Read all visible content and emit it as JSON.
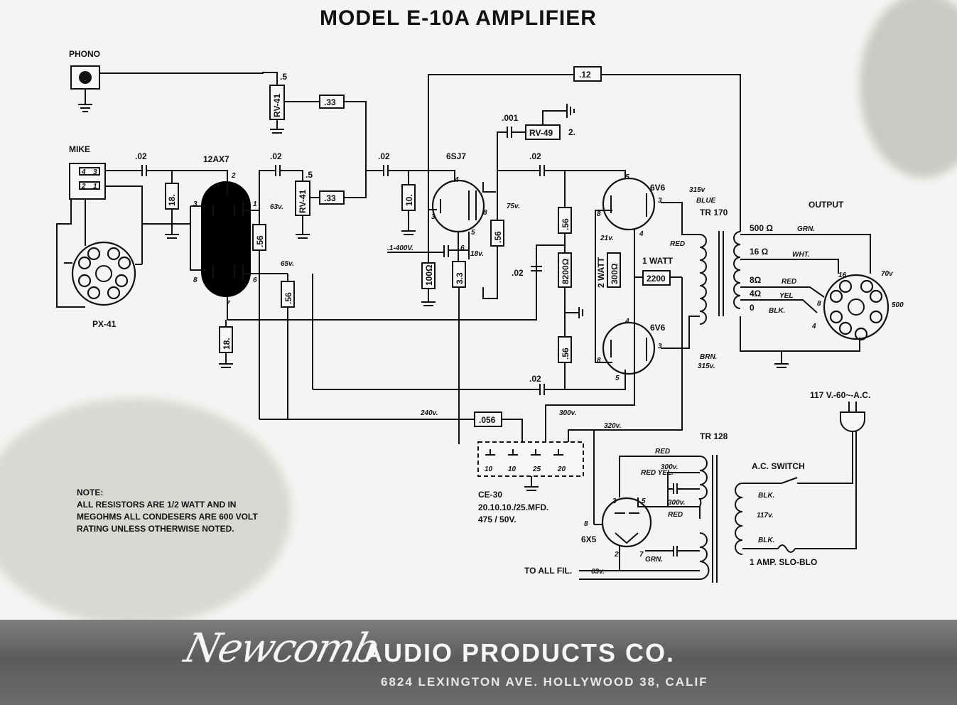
{
  "title": "MODEL E-10A AMPLIFIER",
  "inputs": {
    "phono": "PHONO",
    "mike": "MIKE"
  },
  "sockets": {
    "input_socket": "PX-41",
    "output_socket": "OUTPUT"
  },
  "tubes": [
    "12AX7",
    "6SJ7",
    "6V6",
    "6V6",
    "6X5"
  ],
  "controls": [
    "RV-41",
    "RV-41",
    "RV-49"
  ],
  "resistors": [
    ".33",
    ".33",
    "18.",
    ".56",
    ".56",
    "18.",
    "10.",
    "100Ω",
    "3.3",
    ".56",
    ".56",
    "8200Ω",
    ".56",
    "300Ω",
    "2200",
    ".12",
    ".056"
  ],
  "capacitors": [
    ".02",
    ".02",
    ".02",
    ".02",
    ".001",
    ".02",
    ".02",
    ".1-400V."
  ],
  "voltages": [
    "63v.",
    "65v.",
    "75v.",
    "18v.",
    "21v.",
    "315v",
    "315v.",
    "240v.",
    "300v.",
    "320v.",
    "300v.",
    "300v.",
    "70v",
    "117v.",
    "63v."
  ],
  "misc_labels": {
    "pot_val": ".5",
    "pot_val_2": ".5",
    "rv49_val": "2.",
    "pin1": "1",
    "pin2": "2",
    "pin3": "3",
    "pin4": "4",
    "pin5": "5",
    "pin6": "6",
    "pin7": "7",
    "pin8": "8",
    "two_watt": "2 WATT",
    "one_watt": "1 WATT",
    "red": "RED",
    "blue": "BLUE",
    "brn": "BRN.",
    "red_yel": "RED YEL.",
    "grn": "GRN.",
    "tr170": "TR 170",
    "tr128": "TR 128",
    "blk": "BLK.",
    "blk2": "BLK."
  },
  "output_taps": [
    {
      "imp": "500 Ω",
      "color": "GRN."
    },
    {
      "imp": "16 Ω",
      "color": "WHT."
    },
    {
      "imp": "8Ω",
      "color": "RED"
    },
    {
      "imp": "4Ω",
      "color": "YEL"
    },
    {
      "imp": "0",
      "color": "BLK."
    }
  ],
  "output_pins": {
    "p16": "16",
    "p8": "8",
    "p4": "4",
    "p500": "500",
    "p70": "70v"
  },
  "power": {
    "mains": "117 V.-60~-A.C.",
    "switch": "A.C. SWITCH",
    "fuse": "1 AMP. SLO-BLO",
    "fil": "TO ALL FIL."
  },
  "filter_cap": {
    "name": "CE-30",
    "values": [
      "10",
      "10",
      "25",
      "20"
    ],
    "rating_1": "20.10.10./25.MFD.",
    "rating_2": "475 / 50V."
  },
  "note": {
    "line1": "NOTE:",
    "line2": "ALL RESISTORS ARE 1/2 WATT AND IN",
    "line3": "MEGOHMS ALL CONDESERS ARE 600 VOLT",
    "line4": "RATING UNLESS OTHERWISE NOTED."
  },
  "footer": {
    "logo": "Newcomb",
    "company": "AUDIO PRODUCTS CO.",
    "address": "6824 LEXINGTON AVE. HOLLYWOOD 38, CALIF"
  }
}
